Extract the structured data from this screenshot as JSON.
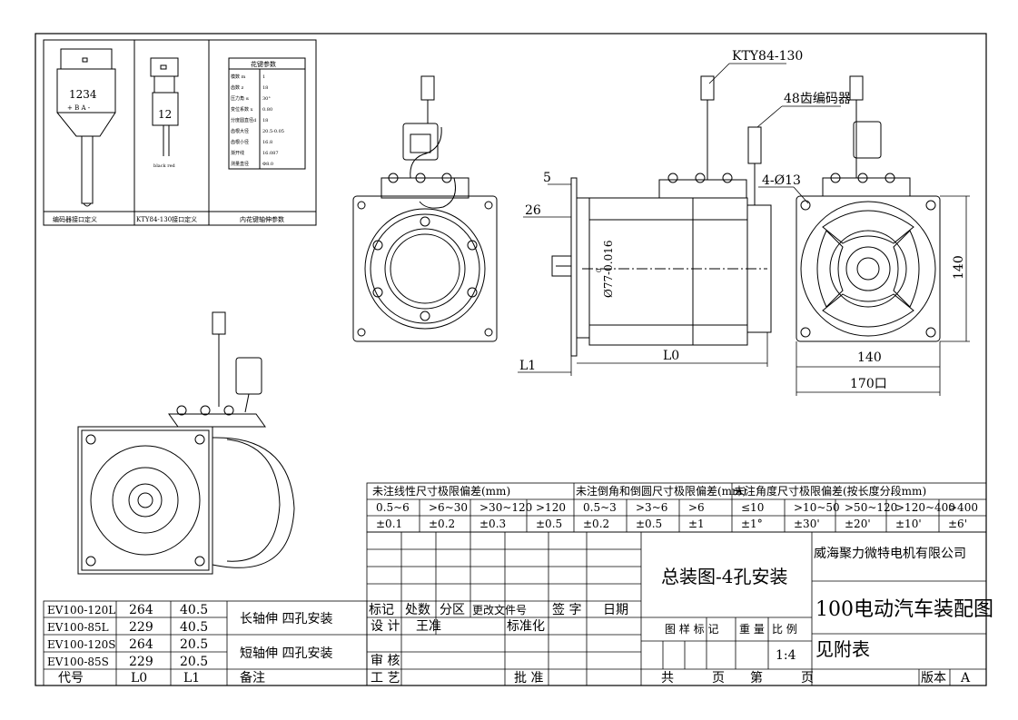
{
  "connectors": {
    "encoder_pins": "1234",
    "encoder_pin_labels": "+ B A -",
    "encoder_caption": "编码器接口定义",
    "kty_pins": "12",
    "kty_wires": "black red",
    "kty_caption": "KTY84-130接口定义",
    "spline_caption": "内花键轴伸参数",
    "spline_title": "花键参数",
    "spline_rows": [
      {
        "k": "模数 m",
        "v": "1"
      },
      {
        "k": "齿数 z",
        "v": "18"
      },
      {
        "k": "压力角 α",
        "v": "30°"
      },
      {
        "k": "变位系数 x",
        "v": "0.80"
      },
      {
        "k": "分度圆直径d",
        "v": "18"
      },
      {
        "k": "齿根大径",
        "v": "20.5-0.05"
      },
      {
        "k": "齿根小径",
        "v": "16.8"
      },
      {
        "k": "渐开线",
        "v": "16.087"
      },
      {
        "k": "测量直径",
        "v": "Φ8.0"
      }
    ]
  },
  "callouts": {
    "kty": "KTY84-130",
    "encoder": "48齿编码器",
    "dim_5": "5",
    "dim_26": "26",
    "holes": "4-Ø13",
    "shaft": "Ø77-0.016",
    "shaft_upper": "0",
    "L0": "L0",
    "L1": "L1",
    "d140v": "140",
    "d140h": "140",
    "d170": "170口"
  },
  "tolerance": {
    "head": [
      "未注线性尺寸极限偏差(mm)",
      "未注倒角和倒圆尺寸极限偏差(mm)",
      "未注角度尺寸极限偏差(按长度分段mm)"
    ],
    "ranges": [
      "0.5~6",
      ">6~30",
      ">30~120",
      ">120",
      "0.5~3",
      ">3~6",
      ">6",
      "≤10",
      ">10~50",
      ">50~120",
      ">120~400",
      ">400"
    ],
    "values": [
      "±0.1",
      "±0.2",
      "±0.3",
      "±0.5",
      "±0.2",
      "±0.5",
      "±1",
      "±1°",
      "±30'",
      "±20'",
      "±10'",
      "±6'"
    ]
  },
  "models": {
    "rows": [
      {
        "code": "EV100-120L",
        "l0": "264",
        "l1": "40.5"
      },
      {
        "code": "EV100-85L",
        "l0": "229",
        "l1": "40.5"
      },
      {
        "code": "EV100-120S",
        "l0": "264",
        "l1": "20.5"
      },
      {
        "code": "EV100-85S",
        "l0": "229",
        "l1": "20.5"
      }
    ],
    "long_note": "长轴伸  四孔安装",
    "short_note": "短轴伸  四孔安装",
    "h_code": "代号",
    "h_l0": "L0",
    "h_l1": "L1",
    "h_note": "备注"
  },
  "titleblock": {
    "mark": "标记",
    "count": "处数",
    "zone": "分区",
    "doc": "更改文件号",
    "sign": "签 字",
    "date": "日期",
    "design": "设 计",
    "designer": "王准",
    "standard": "标准化",
    "review": "审 核",
    "process": "工 艺",
    "approve": "批 准",
    "drawing_name": "总装图-4孔安装",
    "sample_mark": "图 样 标 记",
    "weight": "重 量",
    "scale_label": "比 例",
    "scale": "1:4",
    "total": "共",
    "page": "页",
    "sheet": "第",
    "sheet_page": "页",
    "company": "威海聚力微特电机有限公司",
    "title": "100电动汽车装配图",
    "see": "见附表",
    "version_label": "版本",
    "version": "A"
  }
}
